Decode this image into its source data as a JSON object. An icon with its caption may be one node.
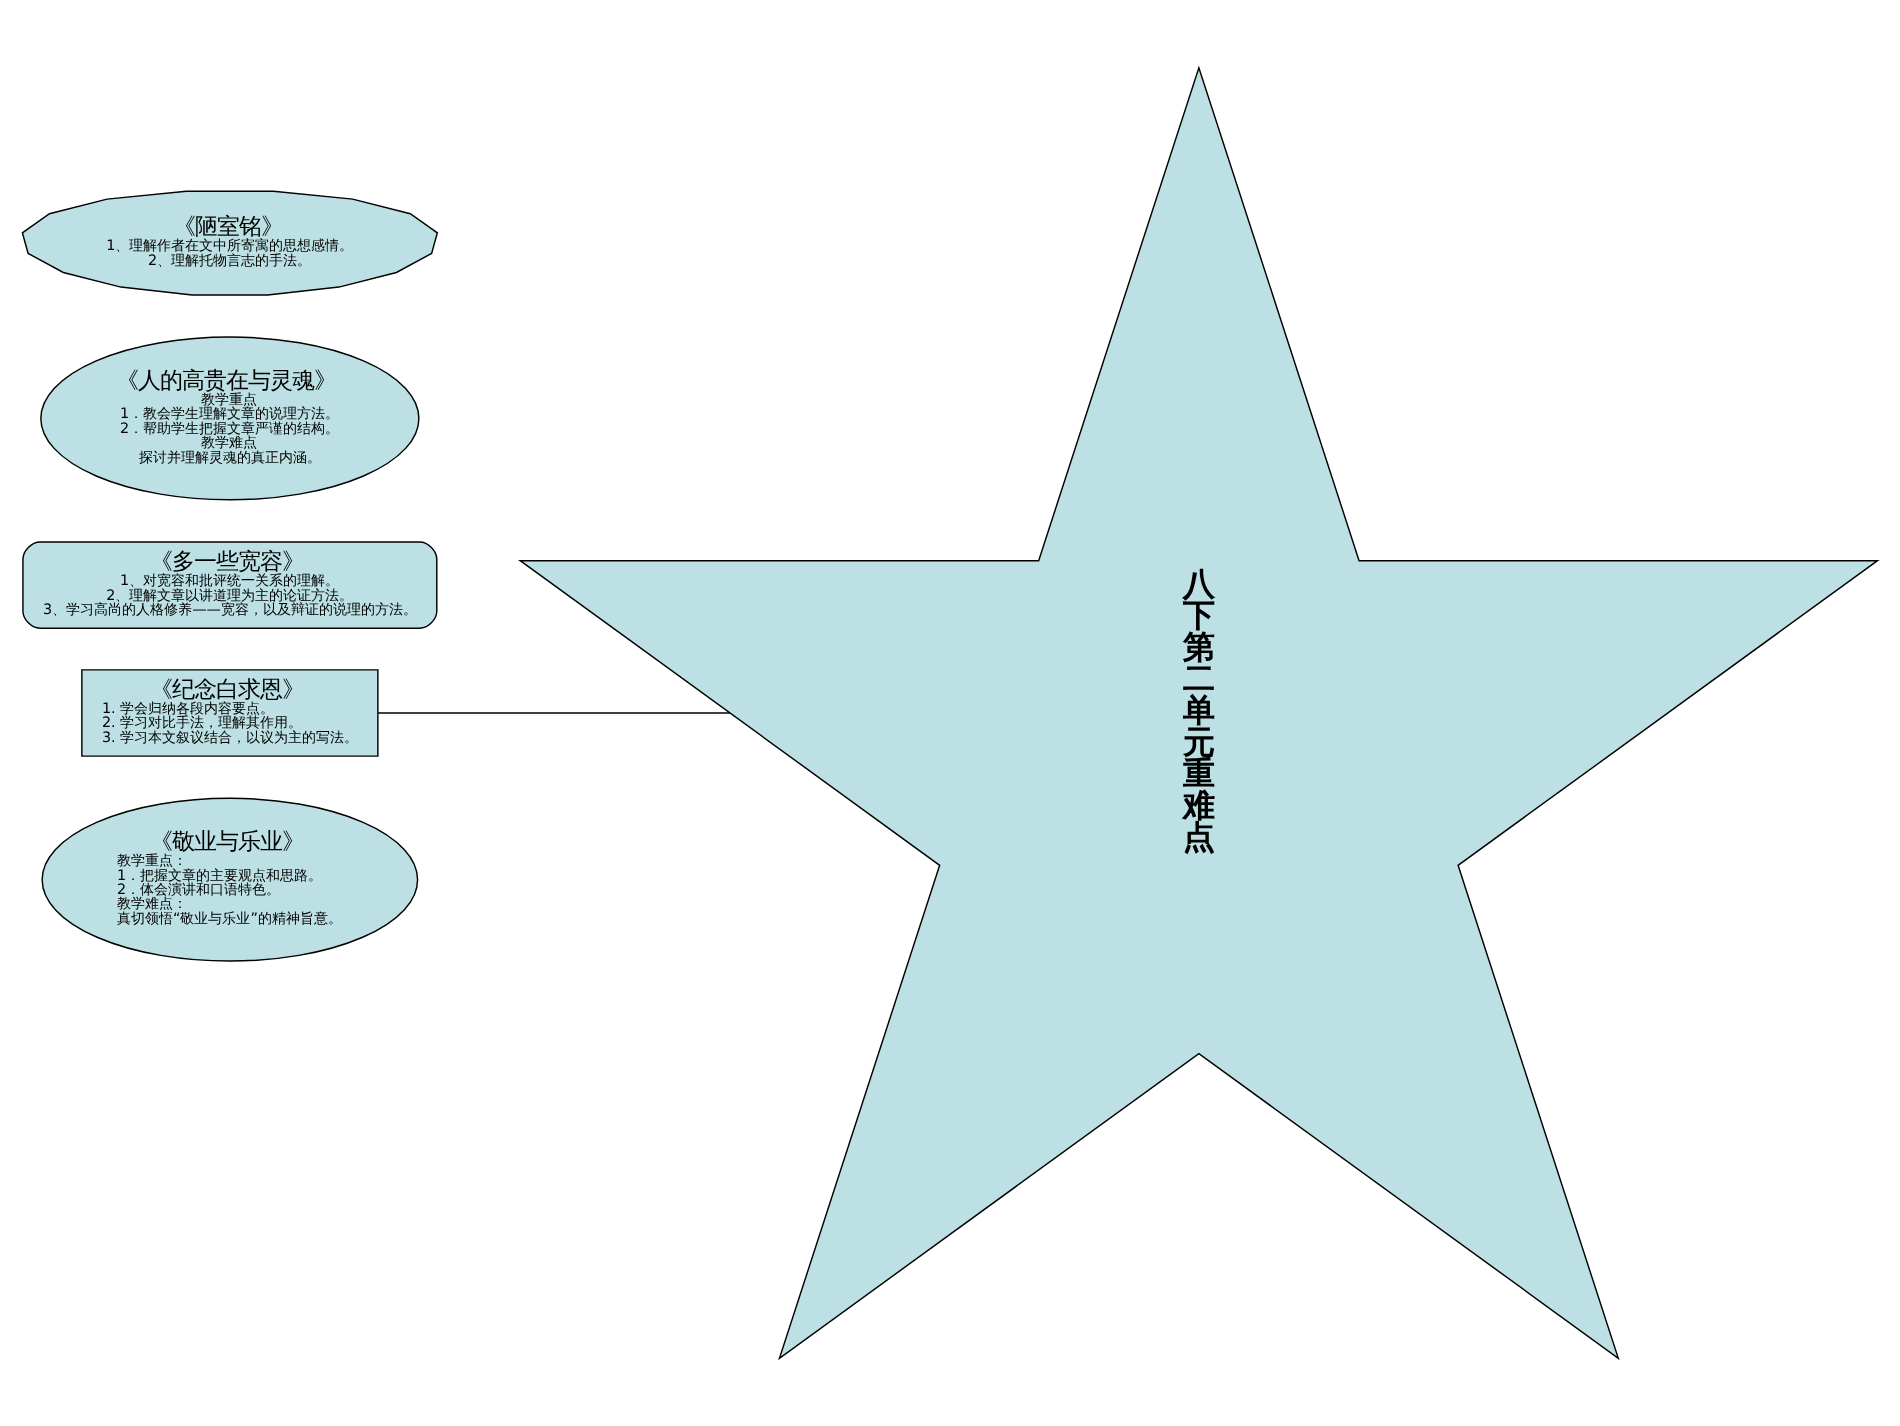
{
  "diagram": {
    "nodes": [
      {
        "text": [
          "《敬业与乐业》",
          "教学重点：",
          "1．把握文章的主要观点和思路。",
          "2．体会演讲和口语特色。",
          "教学难点：",
          "真切领悟“敬业与乐业”的精神旨意。"
        ]
      },
      {
        "text": [
          "《纪念白求恩》",
          "1. 学会归纳各段内容要点。",
          "2. 学习对比手法，理解其作用。",
          "3. 学习本文叙议结合，以议为主的写法。"
        ]
      },
      {
        "text": [
          "《多一些宽容》",
          "1、对宽容和批评统一关系的理解。",
          "2、理解文章以讲道理为主的论证方法。",
          "3、学习高尚的人格修养——宽容，以及辩证的说理的方法。"
        ]
      },
      {
        "text": [
          "八下第二单元重难点"
        ]
      },
      {
        "text": [
          "《人的高贵在与灵魂》",
          "教学重点",
          "1．教会学生理解文章的说理方法。",
          "2．帮助学生把握文章严谨的结构。",
          "教学难点",
          "探讨并理解灵魂的真正内涵。"
        ]
      },
      {
        "text": [
          "《陋室铭》",
          "1、理解作者在文中所寄寓的思想感情。",
          "2、理解托物言志的手法。"
        ]
      }
    ],
    "edges": [
      {
        "from": 1,
        "to": 3,
        "arrow": "none"
      }
    ]
  }
}
